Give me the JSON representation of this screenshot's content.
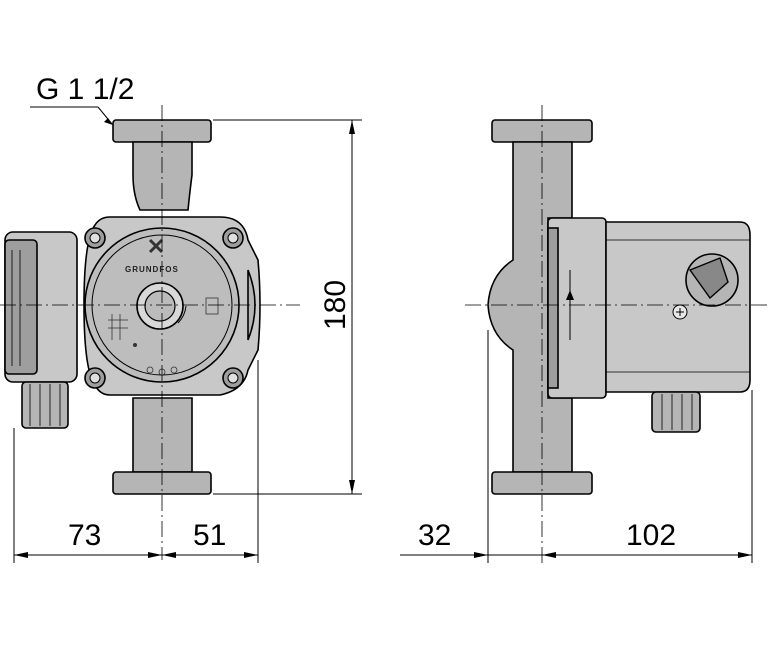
{
  "labels": {
    "thread": "G 1 1/2",
    "brand": "GRUNDFOS",
    "height": "180",
    "left_depth": "73",
    "right_depth": "51",
    "side_offset": "32",
    "side_depth": "102"
  }
}
